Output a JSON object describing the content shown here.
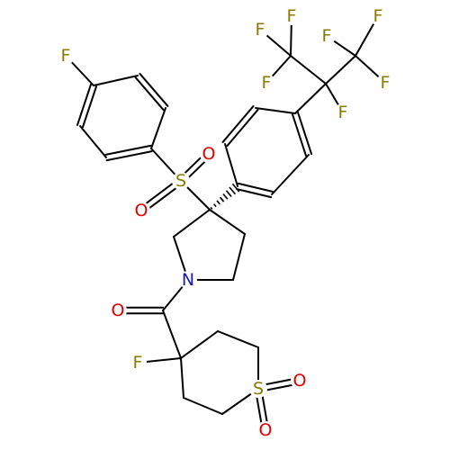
{
  "colors": {
    "bond": "#000000",
    "F": "#8a7a00",
    "O": "#e00000",
    "N": "#1a1aa8",
    "S": "#8a7a00"
  },
  "atoms": [
    {
      "id": "F_ph",
      "el": "F",
      "label": "F"
    },
    {
      "id": "S_so2",
      "el": "S",
      "label": "S"
    },
    {
      "id": "O_s1",
      "el": "O",
      "label": "O"
    },
    {
      "id": "O_s2",
      "el": "O",
      "label": "O"
    },
    {
      "id": "N1",
      "el": "N",
      "label": "N"
    },
    {
      "id": "O_co",
      "el": "O",
      "label": "O"
    },
    {
      "id": "F_th",
      "el": "F",
      "label": "F"
    },
    {
      "id": "S_th",
      "el": "S",
      "label": "S"
    },
    {
      "id": "O_t1",
      "el": "O",
      "label": "O"
    },
    {
      "id": "O_t2",
      "el": "O",
      "label": "O"
    },
    {
      "id": "F1",
      "el": "F",
      "label": "F"
    },
    {
      "id": "F2",
      "el": "F",
      "label": "F"
    },
    {
      "id": "F3",
      "el": "F",
      "label": "F"
    },
    {
      "id": "F4",
      "el": "F",
      "label": "F"
    },
    {
      "id": "F5",
      "el": "F",
      "label": "F"
    },
    {
      "id": "F6",
      "el": "F",
      "label": "F"
    },
    {
      "id": "F7",
      "el": "F",
      "label": "F"
    }
  ]
}
